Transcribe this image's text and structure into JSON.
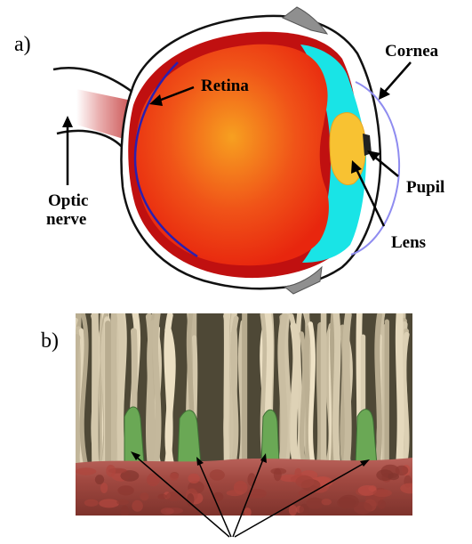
{
  "panel_a": {
    "label": "a)",
    "annotations": {
      "retina": "Retina",
      "cornea": "Cornea",
      "pupil": "Pupil",
      "lens": "Lens",
      "optic_nerve_line1": "Optic",
      "optic_nerve_line2": "nerve"
    }
  },
  "panel_b": {
    "label": "b)"
  },
  "colors": {
    "sclera_outline": "#111111",
    "choroid": "#c01010",
    "eyeball_center": "#f7a020",
    "eyeball_edge": "#ea2e10",
    "retina_line": "#2a1fb0",
    "aqueous": "#19e4e6",
    "lens": "#f8c232",
    "cornea": "#8f8cf0",
    "optic_nerve": "#c84444",
    "rods": "#d8cdb0",
    "cones": "#6aa855",
    "epithelium": "#a8524a"
  }
}
